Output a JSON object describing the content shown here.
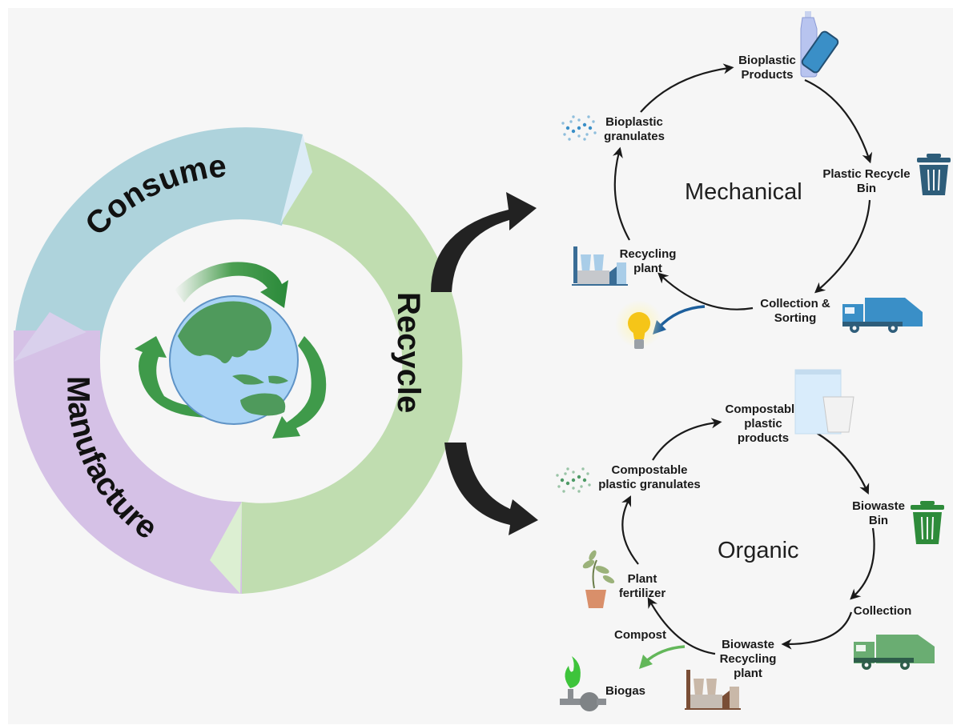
{
  "ring": {
    "segments": [
      {
        "id": "consume",
        "label": "Consume",
        "color": "#aed3dc"
      },
      {
        "id": "recycle",
        "label": "Recycle",
        "color": "#c0ddb0"
      },
      {
        "id": "manufacture",
        "label": "Manufacture",
        "color": "#d5c1e6"
      }
    ],
    "center_icon": "globe-with-recycle-arrows-icon"
  },
  "mechanical": {
    "title": "Mechanical",
    "steps": [
      {
        "id": "bioplastic-products",
        "lines": [
          "Bioplastic",
          "Products"
        ],
        "icon": "bottle-and-phone-icon"
      },
      {
        "id": "plastic-recycle-bin",
        "lines": [
          "Plastic Recycle",
          "Bin"
        ],
        "icon": "trash-bin-icon"
      },
      {
        "id": "collection-sorting",
        "lines": [
          "Collection &",
          "Sorting"
        ],
        "icon": "garbage-truck-icon"
      },
      {
        "id": "recycling-plant",
        "lines": [
          "Recycling",
          "plant"
        ],
        "icon": "factory-icon"
      },
      {
        "id": "bioplastic-granulates",
        "lines": [
          "Bioplastic",
          "granulates"
        ],
        "icon": "granules-icon"
      }
    ],
    "side_output_icon": "light-bulb-icon",
    "colors": {
      "icon": "#3a8fc7",
      "bin": "#2e5d7a",
      "side_arrow": "#1d5f9c"
    }
  },
  "organic": {
    "title": "Organic",
    "steps": [
      {
        "id": "compostable-plastic-products",
        "lines": [
          "Compostable",
          "plastic",
          "products"
        ],
        "icon": "bag-and-cup-icon"
      },
      {
        "id": "biowaste-bin",
        "lines": [
          "Biowaste",
          "Bin"
        ],
        "icon": "trash-bin-icon"
      },
      {
        "id": "collection",
        "lines": [
          "Collection"
        ],
        "icon": "garbage-truck-icon"
      },
      {
        "id": "biowaste-recycling-plant",
        "lines": [
          "Biowaste",
          "Recycling",
          "plant"
        ],
        "icon": "factory-icon"
      },
      {
        "id": "plant-fertilizer",
        "lines": [
          "Plant",
          "fertilizer"
        ],
        "icon": "potted-plant-icon"
      },
      {
        "id": "compostable-plastic-granulates",
        "lines": [
          "Compostable",
          "plastic granulates"
        ],
        "icon": "granules-icon"
      }
    ],
    "branch_labels": {
      "compost": "Compost",
      "biogas": "Biogas"
    },
    "side_output_icon": "biogas-burner-icon",
    "colors": {
      "bin": "#2e8b3a",
      "truck": "#6aad72",
      "side_arrow": "#63b75a"
    }
  }
}
